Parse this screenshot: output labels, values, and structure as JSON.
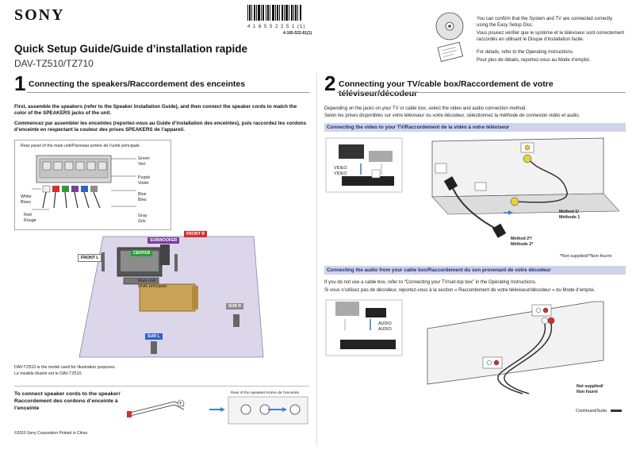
{
  "header": {
    "brand": "SONY",
    "barcode_number": "4 1 6 5 5 2 2 5 1 (1)",
    "part_number": "4-165-522-61(1)",
    "title": "Quick Setup Guide/Guide d’installation rapide",
    "model": "DAV-TZ510/TZ710"
  },
  "disc_note": {
    "en": "You can confirm that the System and TV are connected correctly using the Easy Setup Disc.",
    "fr": "Vous pouvez vérifier que le système et le téléviseur sont correctement raccordés en utilisant le Disque d’installation facile.",
    "details_en": "For details, refer to the Operating Instructions.",
    "details_fr": "Pour plus de détails, reportez-vous au Mode d’emploi."
  },
  "section1": {
    "number": "1",
    "title": "Connecting the speakers/Raccordement des enceintes",
    "intro_en": "First, assemble the speakers (refer to the Speaker Installation Guide), and then connect the speaker cords to match the color of the SPEAKERS jacks of the unit.",
    "intro_fr": "Commencez par assembler les enceintes (reportez-vous au Guide d’installation des enceintes), puis raccordez les cordons d’enceinte en respectant la couleur des prises SPEAKERS de l’appareil.",
    "rear_panel_label": "Rear panel of the main unit/Panneau arrière de l’unité principale",
    "colors": {
      "green": "Green",
      "vert": "Vert",
      "purple": "Purple",
      "violet": "Violet",
      "blue": "Blue",
      "bleu": "Bleu",
      "gray": "Gray",
      "gris": "Gris",
      "white": "White",
      "blanc": "Blanc",
      "red": "Red",
      "rouge": "Rouge"
    },
    "speakers": {
      "subwoofer": "SUBWOOFER",
      "front_r": "FRONT R",
      "front_l": "FRONT L",
      "center": "CENTER",
      "sur_r": "SUR R",
      "sur_l": "SUR L"
    },
    "main_unit": "Main unit/",
    "main_unit_fr": "Unité principale",
    "model_note_en": "DAV-TZ510 is the model used for illustration purposes.",
    "model_note_fr": "Le modèle illustré est le DAV-TZ510.",
    "cord_heading": "To connect speaker cords to the speaker/ Raccordement des cordons d’enceinte à l’enceinte",
    "rear_speaker_label": "Rear of the speaker/Arrière de l’enceinte",
    "copyright": "©2010 Sony Corporation   Printed in China",
    "accent_colors": {
      "green": "#2e9b3a",
      "purple": "#7a3c9e",
      "blue": "#2f62c9",
      "gray": "#8c8c8c",
      "white": "#f2f2f2",
      "red": "#d0312d"
    }
  },
  "section2": {
    "number": "2",
    "title": "Connecting your TV/cable box/Raccordement de votre téléviseur/décodeur",
    "intro_en": "Depending on the jacks on your TV or cable box, select the video and audio connection method.",
    "intro_fr": "Selon les prises disponibles sur votre téléviseur ou votre décodeur, sélectionnez la méthode de connexion vidéo et audio.",
    "video_bar": "Connecting the video to your TV/Raccordement de la vidéo à votre téléviseur",
    "video_label": "VIDEO",
    "video_label_fr": "VIDEO",
    "method1": "Method 1/",
    "method1_fr": "Méthode 1",
    "method2": "Method 2*/",
    "method2_fr": "Méthode 2*",
    "not_supplied_note": "*Not supplied/*Non fourni",
    "audio_bar": "Connecting the audio from your cable box/Raccordement du son provenant de votre décodeur",
    "audio_intro_en": "If you do not use a cable box, refer to “Connecting your TV/set-top box” in the Operating Instructions.",
    "audio_intro_fr": "Si vous n’utilisez pas de décodeur, reportez-vous à la section « Raccordement de votre téléviseur/décodeur » du Mode d’emploi.",
    "audio_label": "AUDIO",
    "audio_label_fr": "AUDIO",
    "not_supplied": "Not supplied/",
    "not_supplied_fr": "Non fourni",
    "continued": "Continued/Suite"
  }
}
